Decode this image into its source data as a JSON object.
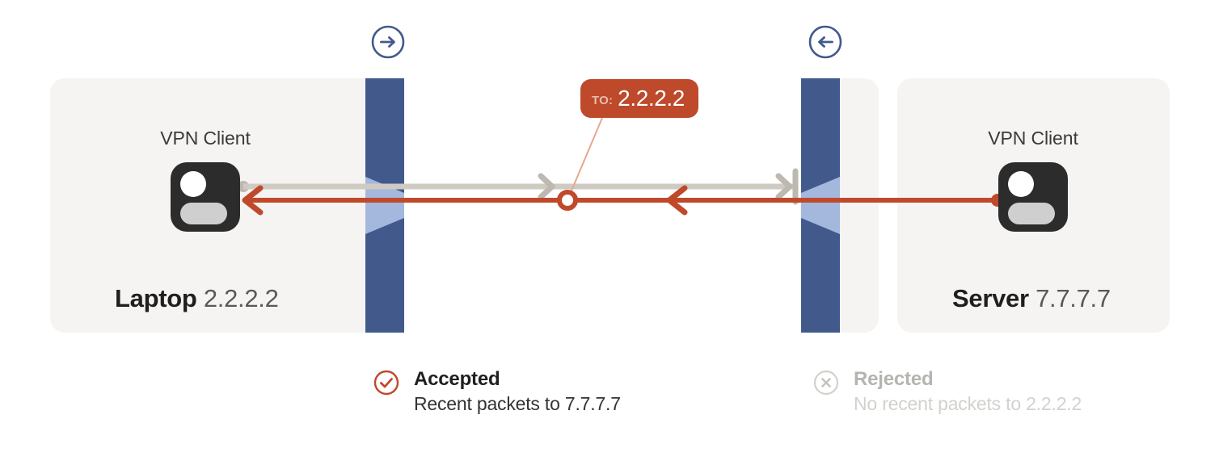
{
  "diagram": {
    "title_hidden": "",
    "colors": {
      "firewall": "#42598C",
      "firewall_funnel": "#A3B8DC",
      "accent_red": "#BE4A2B",
      "accepted_line": "#C0492B",
      "rejected_line": "#CFCBC3",
      "panel_bg": "#F5F4F2",
      "node_tile": "#2C2C2C",
      "rejected_text": "#B6B4B0"
    },
    "direction_icons": [
      {
        "name": "arrow-right-circle-icon",
        "direction": "right"
      },
      {
        "name": "arrow-left-circle-icon",
        "direction": "left"
      }
    ],
    "nodes": [
      {
        "caption": "VPN Client",
        "device": "Laptop",
        "ip": "2.2.2.2",
        "icon": "person-avatar-icon"
      },
      {
        "caption": "VPN Client",
        "device": "Server",
        "ip": "7.7.7.7",
        "icon": "person-avatar-icon"
      }
    ],
    "packet_badge": {
      "prefix": "TO:",
      "address": "2.2.2.2"
    },
    "flows": [
      {
        "name": "outbound-blocked-flow",
        "color": "#CFCBC3",
        "direction": "right",
        "status": "rejected"
      },
      {
        "name": "inbound-accepted-flow",
        "color": "#C0492B",
        "direction": "left",
        "status": "accepted"
      }
    ]
  },
  "legend": {
    "accepted": {
      "icon": "check-circle-icon",
      "title": "Accepted",
      "subtitle": "Recent packets to 7.7.7.7"
    },
    "rejected": {
      "icon": "x-circle-icon",
      "title": "Rejected",
      "subtitle": "No recent packets to 2.2.2.2"
    }
  }
}
